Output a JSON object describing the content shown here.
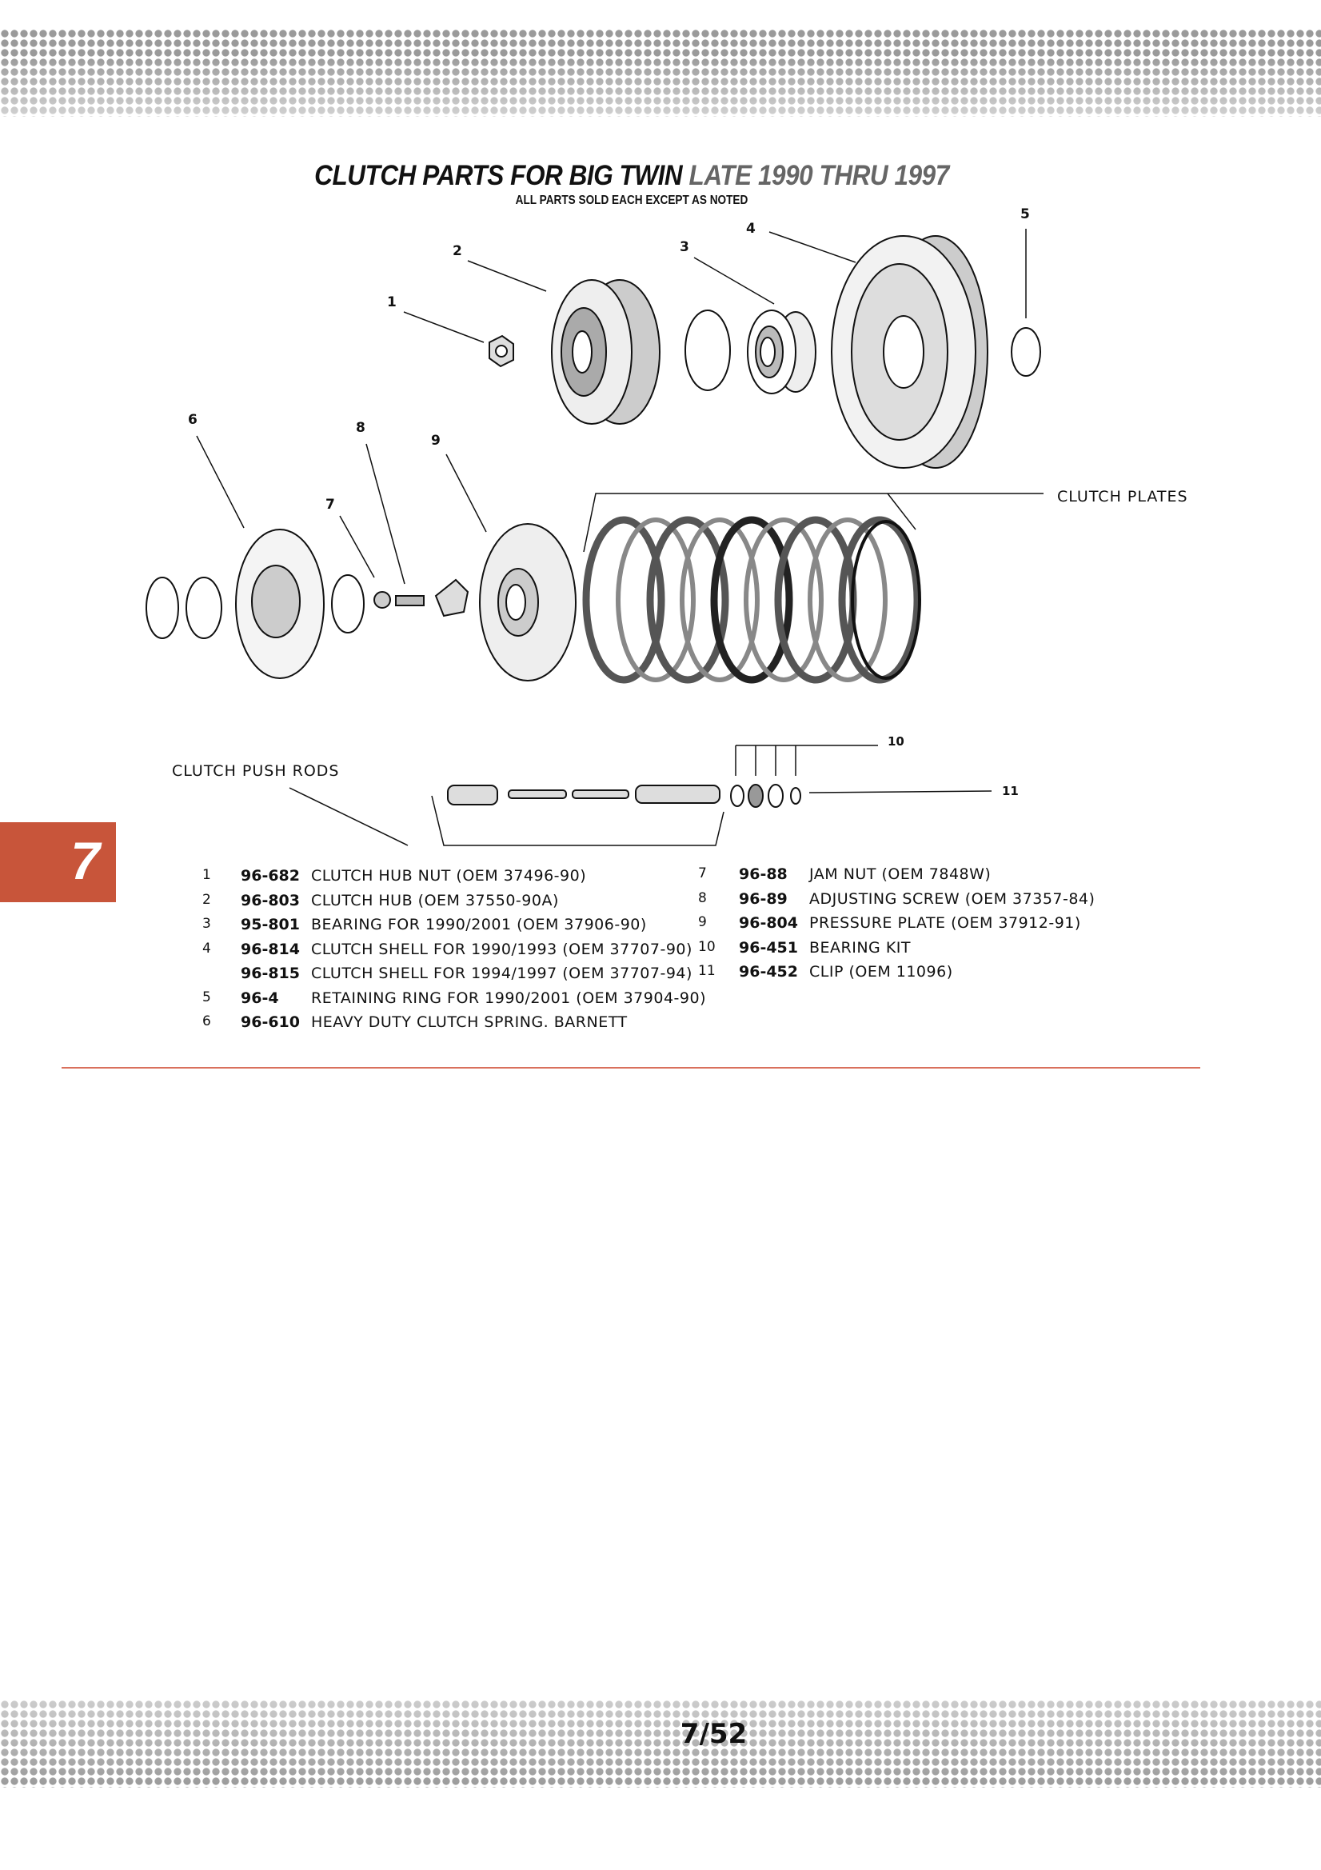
{
  "header": {
    "title_main": "CLUTCH PARTS FOR BIG TWIN",
    "title_years": "LATE 1990 THRU 1997",
    "subtitle": "ALL PARTS SOLD EACH EXCEPT AS NOTED"
  },
  "diagram": {
    "callouts": [
      "1",
      "2",
      "3",
      "4",
      "5",
      "6",
      "7",
      "8",
      "9",
      "10",
      "11"
    ],
    "clutch_plates_label": "CLUTCH PLATES",
    "push_rods_label": "CLUTCH PUSH RODS"
  },
  "section_tab": {
    "label": "7",
    "color": "#c8553a"
  },
  "parts_left": [
    {
      "num": "1",
      "part": "96-682",
      "desc": "CLUTCH HUB NUT (OEM 37496-90)"
    },
    {
      "num": "2",
      "part": "96-803",
      "desc": "CLUTCH HUB (OEM 37550-90A)"
    },
    {
      "num": "3",
      "part": "95-801",
      "desc": "BEARING FOR 1990/2001 (OEM 37906-90)"
    },
    {
      "num": "4",
      "part": "96-814",
      "desc": "CLUTCH SHELL FOR 1990/1993 (OEM 37707-90)"
    },
    {
      "num": "",
      "part": "96-815",
      "desc": "CLUTCH SHELL FOR 1994/1997 (OEM 37707-94)"
    },
    {
      "num": "5",
      "part": "96-4",
      "desc": "RETAINING RING FOR 1990/2001 (OEM 37904-90)"
    },
    {
      "num": "6",
      "part": "96-610",
      "desc": "HEAVY DUTY CLUTCH SPRING. BARNETT"
    }
  ],
  "parts_right": [
    {
      "num": "7",
      "part": "96-88",
      "desc": "JAM NUT (OEM 7848W)"
    },
    {
      "num": "8",
      "part": "96-89",
      "desc": "ADJUSTING SCREW (OEM 37357-84)"
    },
    {
      "num": "9",
      "part": "96-804",
      "desc": "PRESSURE PLATE (OEM 37912-91)"
    },
    {
      "num": "10",
      "part": "96-451",
      "desc": "BEARING KIT"
    },
    {
      "num": "11",
      "part": "96-452",
      "desc": "CLIP (OEM 11096)"
    }
  ],
  "footer": {
    "page_number": "7/52"
  },
  "colors": {
    "accent": "#c8553a",
    "rule": "#d9705c",
    "dots": "#9a9a9a"
  }
}
